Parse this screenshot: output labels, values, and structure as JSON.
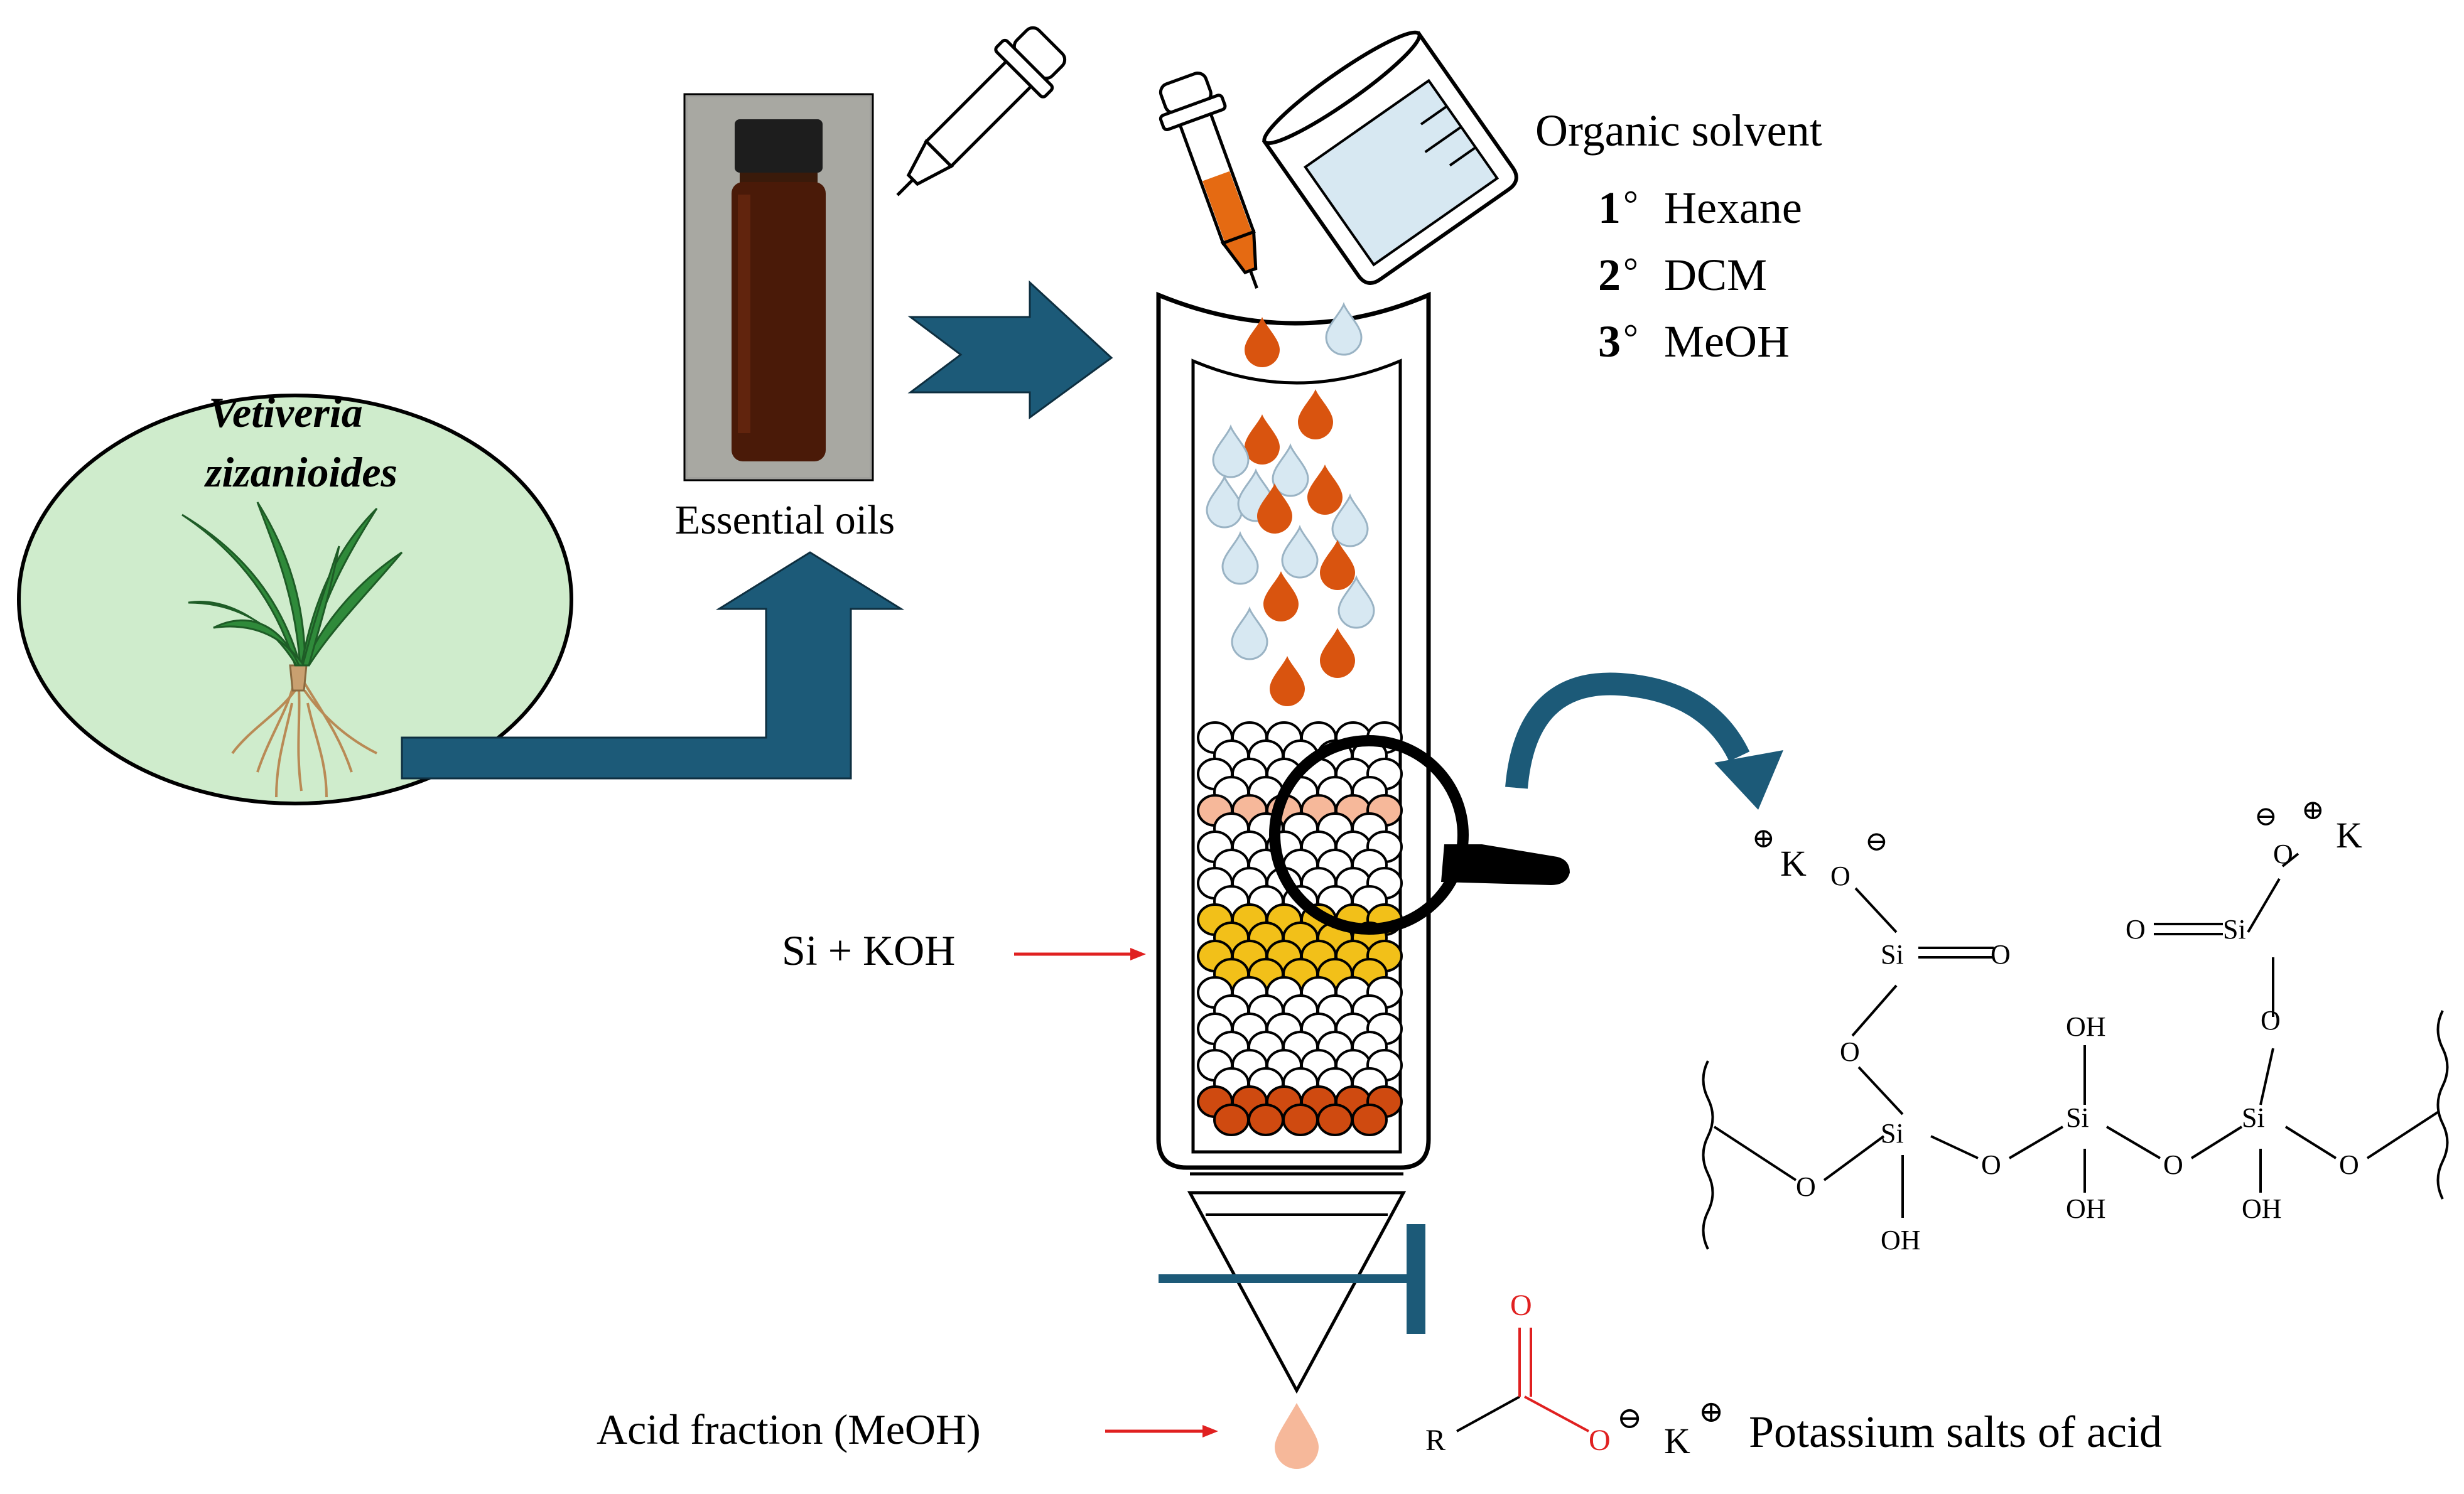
{
  "plant": {
    "name_line1": "Vetiveria",
    "name_line2": "zizanioides"
  },
  "vial": {
    "label": "Essential oils"
  },
  "solvent": {
    "title": "Organic solvent",
    "steps": [
      {
        "order": "1",
        "symbol": "°",
        "name": "Hexane"
      },
      {
        "order": "2",
        "symbol": "°",
        "name": "DCM"
      },
      {
        "order": "3",
        "symbol": "°",
        "name": "MeOH"
      }
    ]
  },
  "column": {
    "stationary_label": "Si + KOH",
    "eluate_label": "Acid fraction (MeOH)"
  },
  "product": {
    "r_group": "R",
    "carbonyl_o": "O",
    "anion_o": "O",
    "anion_charge": "⊖",
    "counter_ion": "K",
    "counter_charge": "⊕",
    "label": "Potassium salts of acid"
  },
  "silica": {
    "atoms": {
      "si": "Si",
      "o": "O",
      "oh": "OH",
      "k": "K",
      "plus": "⊕",
      "minus": "⊖"
    }
  },
  "colors": {
    "arrow": "#1c5a78",
    "oil": "#d9540f",
    "solvent_drop": "#d7e8f2",
    "plant_bg": "#cfeccc",
    "acid_label": "#e02020",
    "yellow_bead": "#f2c019",
    "peach_bead": "#f6b89a",
    "brown_bead": "#cf4a10"
  }
}
